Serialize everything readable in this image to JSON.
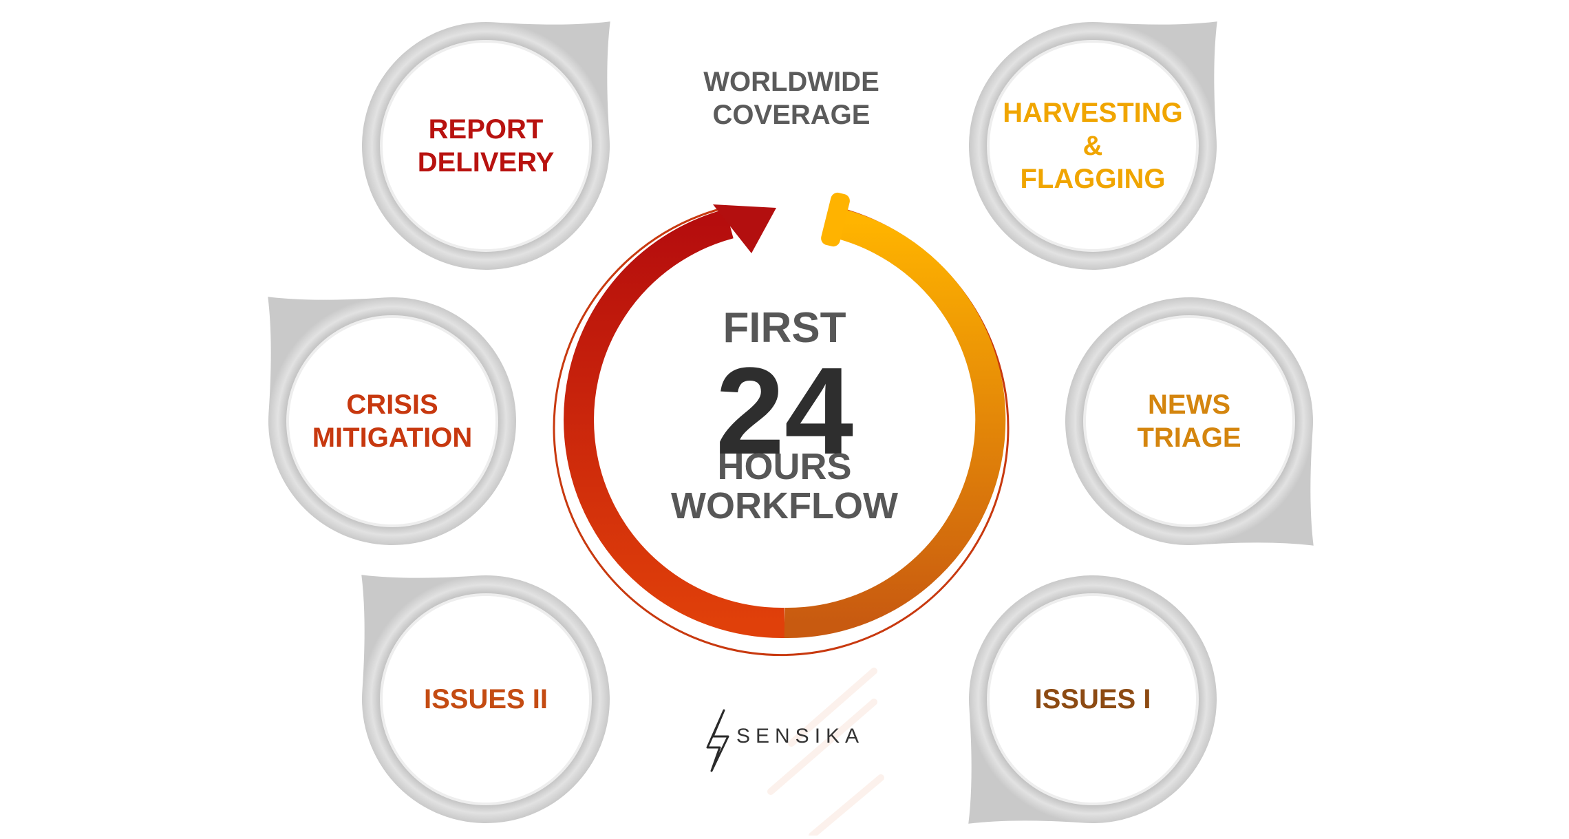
{
  "top_note": {
    "lines": [
      "WORLDWIDE",
      "COVERAGE"
    ]
  },
  "center": {
    "first": "FIRST",
    "number": "24",
    "line3": "HOURS",
    "line4": "WORKFLOW"
  },
  "stages": [
    {
      "lines": [
        "HARVESTING",
        "&",
        "FLAGGING"
      ],
      "color": "#f0a500"
    },
    {
      "lines": [
        "NEWS",
        "TRIAGE"
      ],
      "color": "#d4850e"
    },
    {
      "lines": [
        "ISSUES I"
      ],
      "color": "#8c4a12"
    },
    {
      "lines": [
        "ISSUES II"
      ],
      "color": "#c44b12"
    },
    {
      "lines": [
        "CRISIS",
        "MITIGATION"
      ],
      "color": "#c7380f"
    },
    {
      "lines": [
        "REPORT",
        "DELIVERY"
      ],
      "color": "#b8120f"
    }
  ],
  "brand": {
    "name": "SENSIKA"
  },
  "colors": {
    "arrow_start": "#b30f0f",
    "arrow_end": "#ffb300",
    "ring_gray": "#c8c8c8",
    "text_gray": "#575757"
  }
}
